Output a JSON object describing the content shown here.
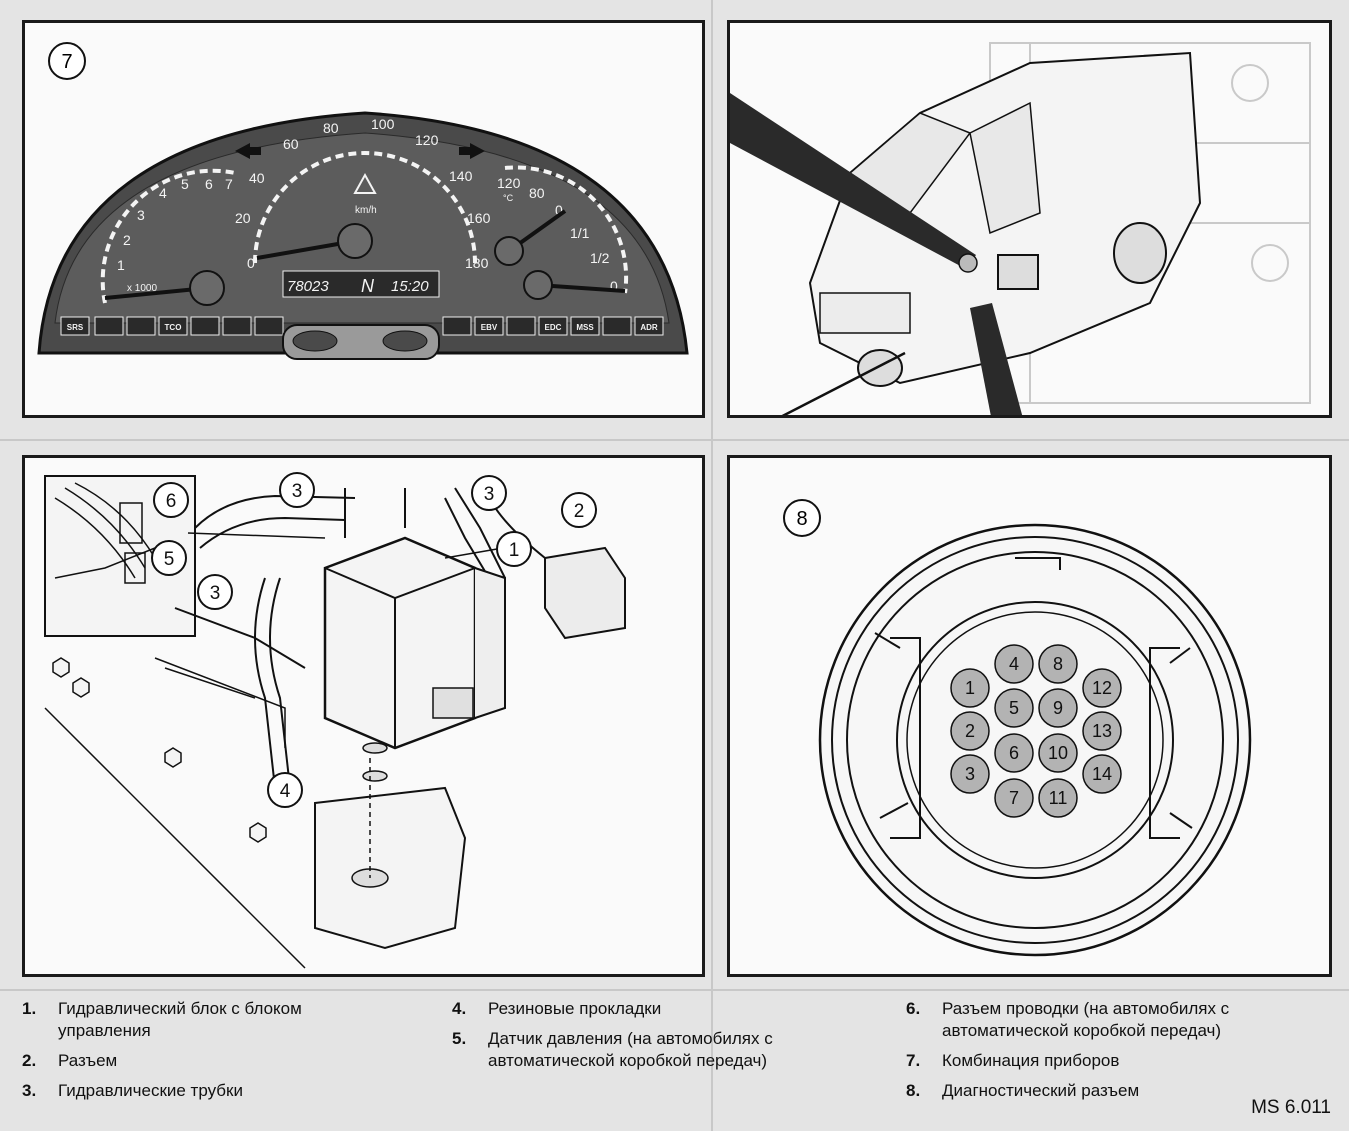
{
  "callouts": {
    "cluster": "7",
    "connector": "8",
    "abs": [
      "1",
      "2",
      "3",
      "3",
      "3",
      "4",
      "5",
      "6"
    ]
  },
  "cluster": {
    "speed_ticks": [
      "0",
      "20",
      "40",
      "60",
      "80",
      "100",
      "120",
      "140",
      "160",
      "180"
    ],
    "rpm_ticks": [
      "1",
      "2",
      "3",
      "4",
      "5",
      "6",
      "7"
    ],
    "rpm_unit": "x 1000",
    "speed_unit": "km/h",
    "temp_ticks": [
      "120",
      "80",
      "0"
    ],
    "temp_unit": "°C",
    "fuel_ticks": [
      "1/1",
      "1/2",
      "0"
    ],
    "odometer": "78023",
    "gear": "N",
    "clock": "15:20",
    "indicators": [
      "SRS",
      "TCO",
      "EBV",
      "EDC",
      "MSS",
      "ADR"
    ]
  },
  "connector": {
    "pins": [
      "1",
      "2",
      "3",
      "4",
      "5",
      "6",
      "7",
      "8",
      "9",
      "10",
      "11",
      "12",
      "13",
      "14"
    ]
  },
  "legend": [
    {
      "num": "1.",
      "text": "Гидравлический блок с блоком управления"
    },
    {
      "num": "2.",
      "text": "Разъем"
    },
    {
      "num": "3.",
      "text": "Гидравлические трубки"
    },
    {
      "num": "4.",
      "text": "Резиновые прокладки"
    },
    {
      "num": "5.",
      "text": "Датчик давления (на автомобилях с автоматической коробкой передач)"
    },
    {
      "num": "6.",
      "text": "Разъем проводки (на автомобилях с автоматической коробкой передач)"
    },
    {
      "num": "7.",
      "text": "Комбинация приборов"
    },
    {
      "num": "8.",
      "text": "Диагностический разъем"
    }
  ],
  "figure_code": "MS 6.011"
}
